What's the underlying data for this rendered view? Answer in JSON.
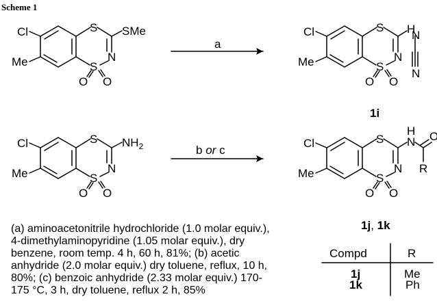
{
  "title": "Scheme 1",
  "reactions": [
    {
      "reagent_label": "a"
    },
    {
      "reagent_label_b": "b",
      "reagent_label_or": "or",
      "reagent_label_c": "c"
    }
  ],
  "atoms": {
    "Cl": "Cl",
    "Me": "Me",
    "S": "S",
    "N": "N",
    "O": "O",
    "H": "H",
    "SMe": "SMe",
    "NH": "NH",
    "sub2": "2",
    "R": "R"
  },
  "compounds": {
    "c1i": "1i",
    "c1j": "1j",
    "sep": ", ",
    "c1k": "1k"
  },
  "conditions_lines": [
    "(a) aminoacetonitrile hydrochloride (1.0 molar equiv.),",
    "4-dimethylaminopyridine (1.05 molar equiv.), dry",
    "benzene, room temp. 4 h, 60 h, 81%; (b) acetic",
    "anhydride (2.0 molar equiv.) dry toluene, reflux, 10 h,",
    "80%; (c) benzoic anhydride (2.33 molar equiv.) 170-",
    "175 °C, 3 h, dry toluene, reflux 2 h, 85%"
  ],
  "table": {
    "headers": [
      "Compd",
      "R"
    ],
    "rows": [
      [
        "1j",
        "Me"
      ],
      [
        "1k",
        "Ph"
      ]
    ]
  }
}
